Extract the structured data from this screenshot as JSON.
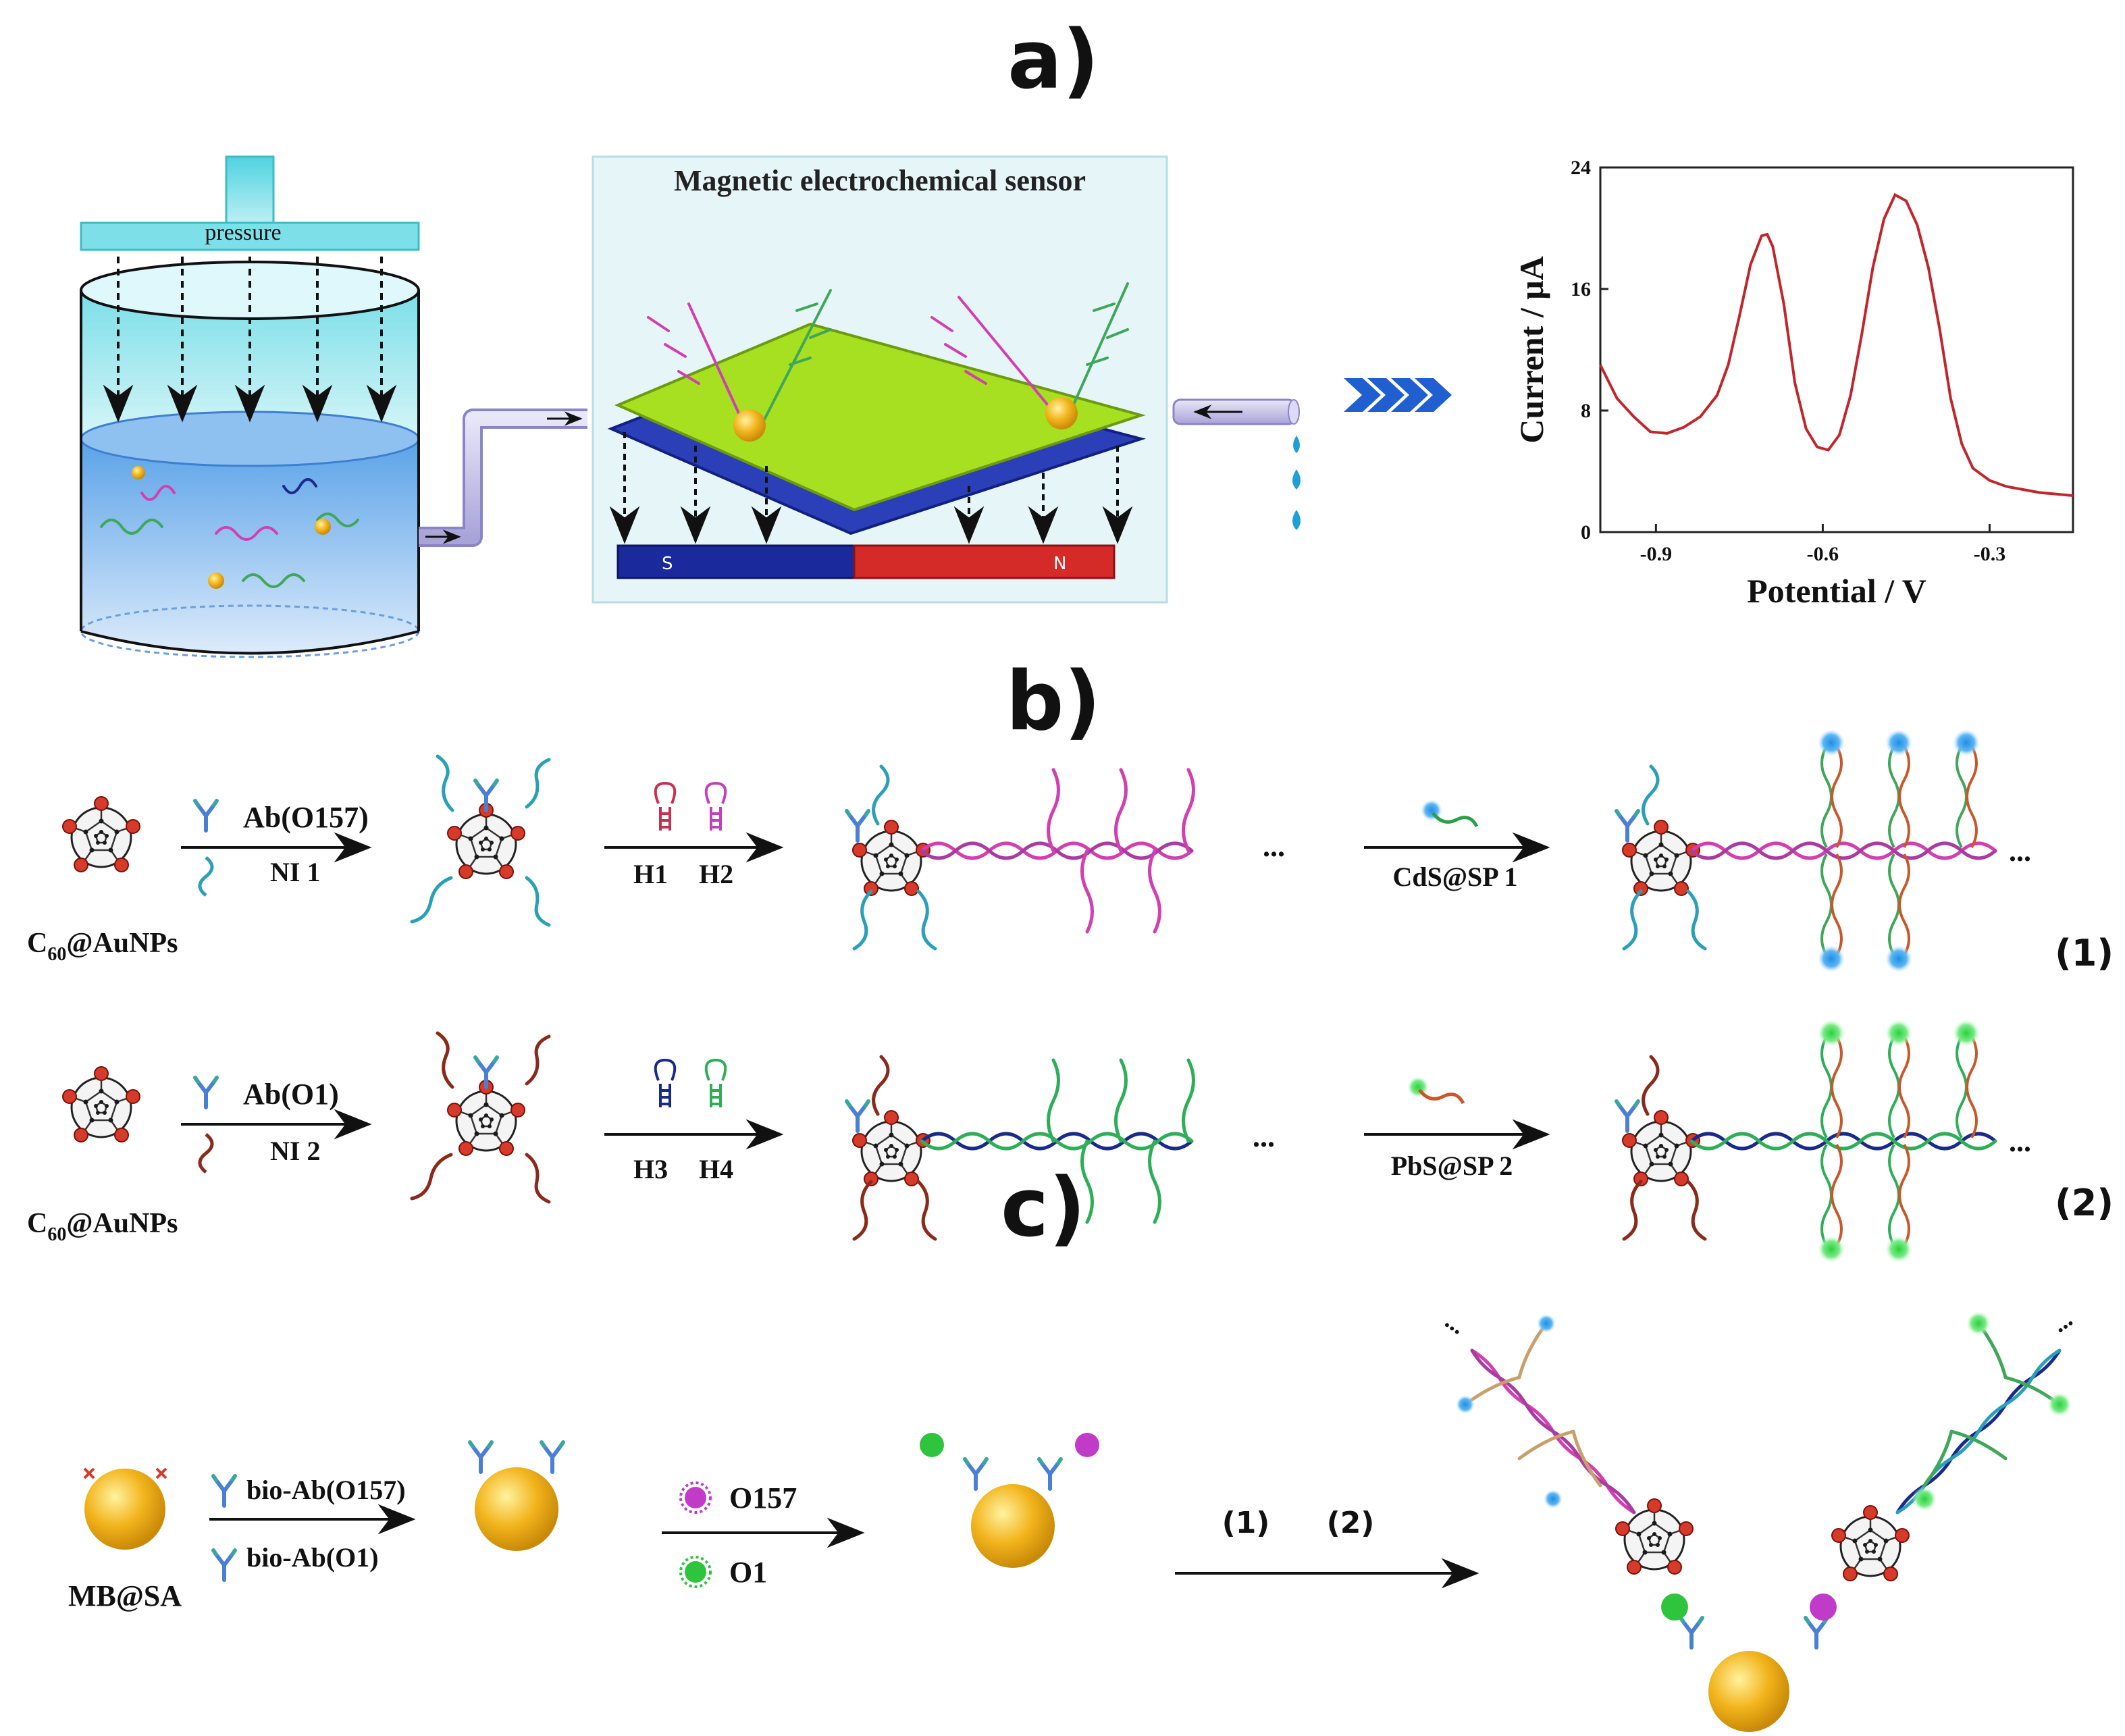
{
  "panel_labels": {
    "a": "a)",
    "b": "b)",
    "c": "c)"
  },
  "panel_a": {
    "pressure_label": "pressure",
    "sensor_title": "Magnetic electrochemical sensor",
    "magnet_s": "S",
    "magnet_n": "N"
  },
  "chart_data": {
    "type": "line",
    "xlabel": "Potential / V",
    "ylabel": "Current / μA",
    "x_ticks": [
      "-0.9",
      "-0.6",
      "-0.3"
    ],
    "x_tick_values": [
      -0.9,
      -0.6,
      -0.3
    ],
    "y_ticks": [
      "0",
      "8",
      "16",
      "24"
    ],
    "y_tick_values": [
      0,
      8,
      16,
      24
    ],
    "xlim": [
      -1.0,
      -0.15
    ],
    "ylim": [
      0,
      24
    ],
    "grid": false,
    "line_color": "#c0262b",
    "series": [
      {
        "x": [
          -1.0,
          -0.97,
          -0.94,
          -0.91,
          -0.88,
          -0.85,
          -0.82,
          -0.79,
          -0.77,
          -0.75,
          -0.73,
          -0.71,
          -0.7,
          -0.69,
          -0.67,
          -0.65,
          -0.63,
          -0.61,
          -0.59,
          -0.57,
          -0.55,
          -0.53,
          -0.51,
          -0.49,
          -0.47,
          -0.45,
          -0.43,
          -0.41,
          -0.39,
          -0.37,
          -0.35,
          -0.33,
          -0.3,
          -0.27,
          -0.24,
          -0.21,
          -0.18,
          -0.15
        ],
        "y": [
          11.0,
          8.8,
          7.6,
          6.6,
          6.5,
          6.9,
          7.6,
          9.0,
          11.0,
          14.2,
          17.6,
          19.5,
          19.6,
          18.8,
          15.0,
          9.8,
          6.8,
          5.6,
          5.4,
          6.4,
          9.0,
          13.0,
          17.4,
          20.6,
          22.2,
          21.8,
          20.2,
          17.4,
          13.4,
          8.8,
          5.8,
          4.2,
          3.4,
          3.0,
          2.8,
          2.6,
          2.5,
          2.4
        ]
      }
    ]
  },
  "panel_b": {
    "row1": {
      "start_label_main": "C",
      "start_label_sub": "60",
      "start_label_rest": "@AuNPs",
      "arrow1_top": "Ab(O157)",
      "arrow1_bottom": "NI 1",
      "arrow2_labels": [
        "H1",
        "H2"
      ],
      "arrow3_bottom": "CdS@SP 1",
      "ellipsis": "...",
      "row_number": "(1)",
      "dot_color": "#1e8fe6",
      "strand_color": "#d23fb0"
    },
    "row2": {
      "start_label_main": "C",
      "start_label_sub": "60",
      "start_label_rest": "@AuNPs",
      "arrow1_top": "Ab(O1)",
      "arrow1_bottom": "NI 2",
      "arrow2_labels": [
        "H3",
        "H4"
      ],
      "arrow3_bottom": "PbS@SP 2",
      "ellipsis": "...",
      "row_number": "(2)",
      "dot_color": "#27d43a",
      "strand_color": "#1a2a8a"
    }
  },
  "panel_c": {
    "bead_label": "MB@SA",
    "arrow1_top": "bio-Ab(O157)",
    "arrow1_bottom": "bio-Ab(O1)",
    "arrow2_top": "O157",
    "arrow2_bottom": "O1",
    "arrow3_labels": [
      "(1)",
      "(2)"
    ],
    "colors": {
      "bead": "#f2b41c",
      "o157": "#c03cc8",
      "o1": "#2fc43e"
    }
  }
}
